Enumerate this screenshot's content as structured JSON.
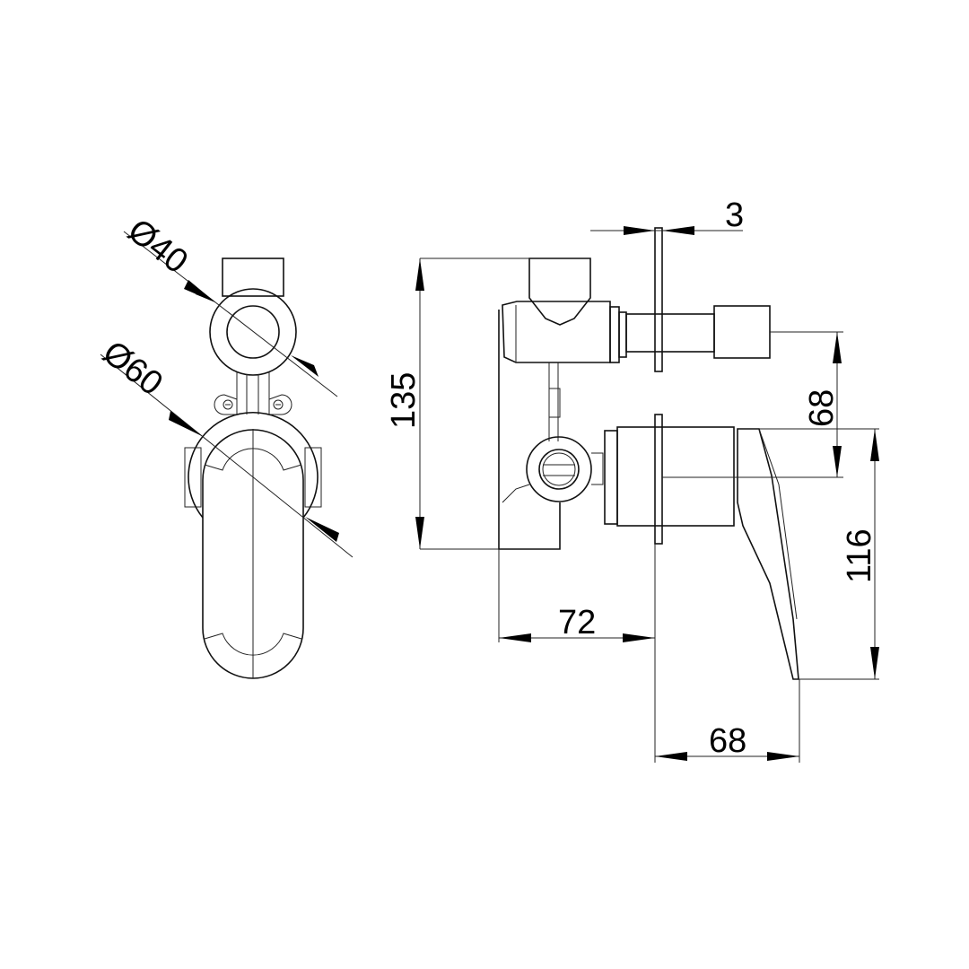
{
  "drawing": {
    "type": "technical drawing",
    "subject": "wall mixer with diverter",
    "views": [
      "front view",
      "side view"
    ]
  },
  "dimensions": {
    "front_inner_diameter": "Ø40",
    "front_outer_diameter": "Ø60",
    "plate_thickness": "3",
    "overall_height": "135",
    "outlet_offset": "68",
    "handle_height": "116",
    "body_depth": "72",
    "handle_projection": "68"
  },
  "colors": {
    "line": "#111111",
    "background": "#ffffff"
  }
}
